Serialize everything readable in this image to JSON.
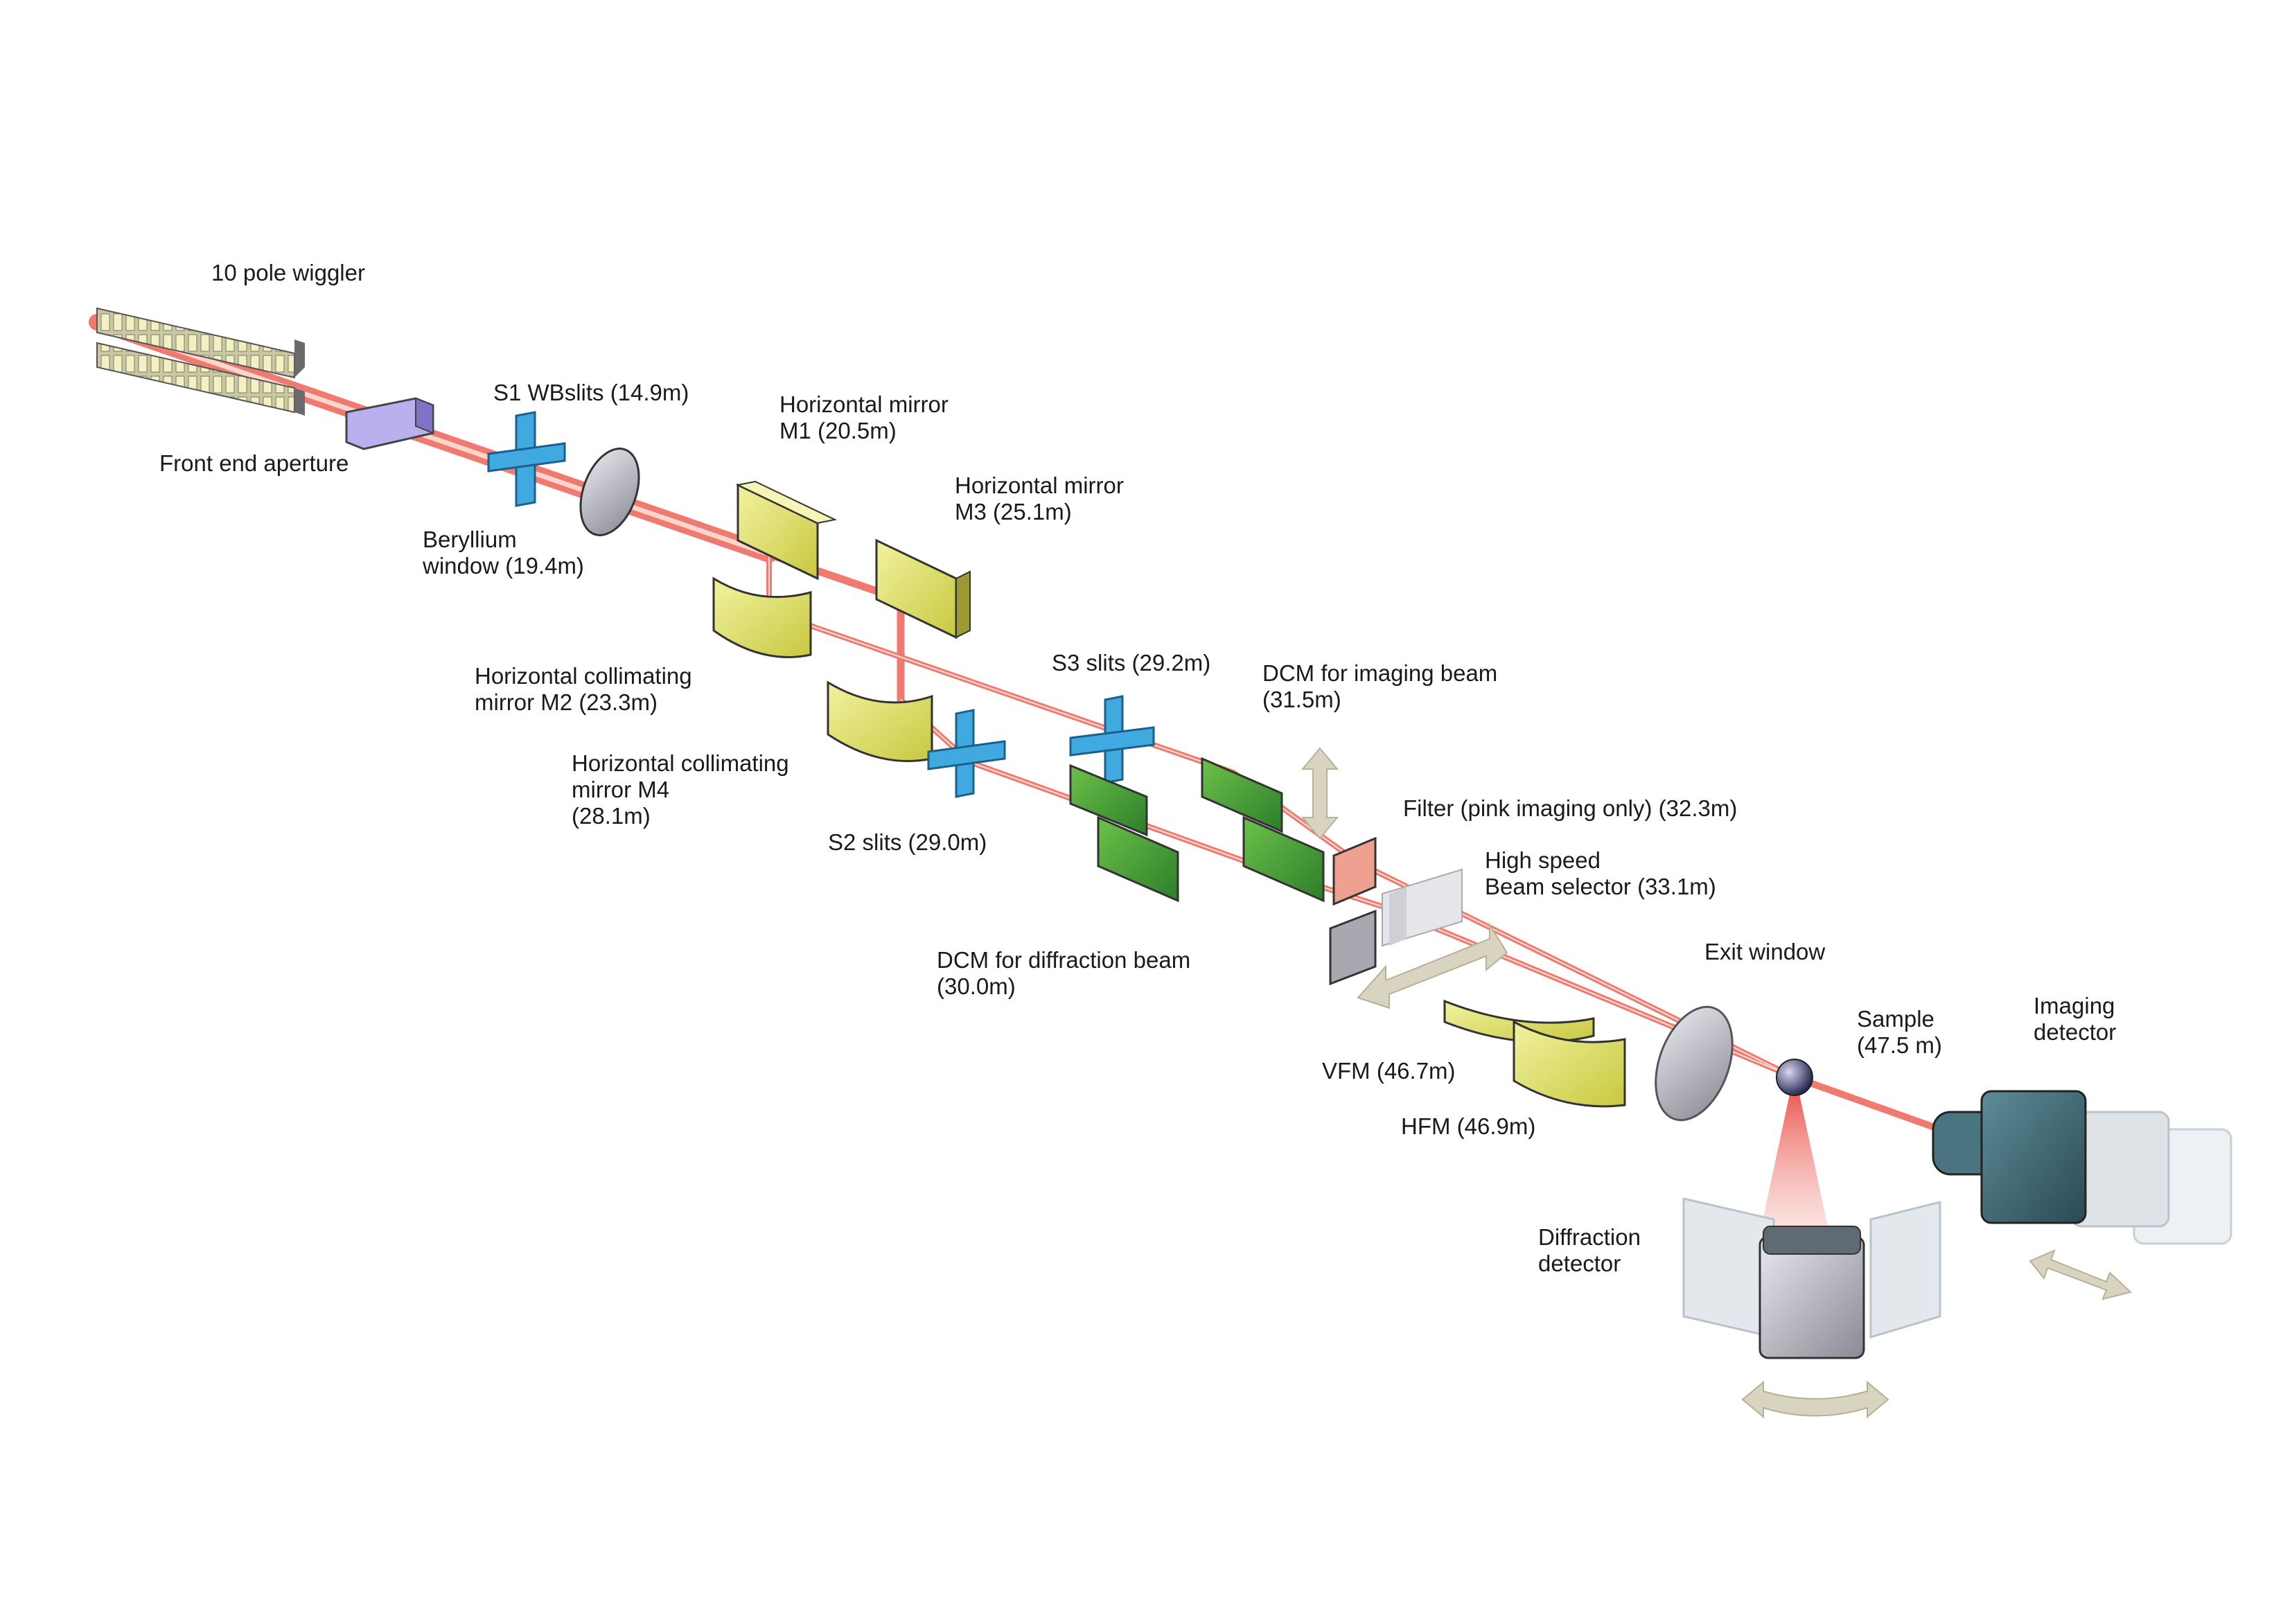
{
  "labels": {
    "wiggler": "10 pole wiggler",
    "front_end": "Front end aperture",
    "s1": "S1 WBslits (14.9m)",
    "beryllium": "Beryllium\nwindow (19.4m)",
    "m1": "Horizontal mirror\nM1 (20.5m)",
    "m3": "Horizontal mirror\nM3 (25.1m)",
    "m2": "Horizontal collimating\nmirror M2 (23.3m)",
    "m4": "Horizontal collimating\nmirror M4\n(28.1m)",
    "s3": "S3 slits (29.2m)",
    "dcm_imaging": "DCM for imaging beam\n(31.5m)",
    "filter": "Filter (pink imaging only) (32.3m)",
    "beam_selector": "High speed\nBeam selector (33.1m)",
    "s2": "S2 slits (29.0m)",
    "dcm_diffraction": "DCM for diffraction beam\n(30.0m)",
    "exit_window": "Exit window",
    "sample": "Sample\n(47.5 m)",
    "imaging_detector": "Imaging\ndetector",
    "vfm": "VFM (46.7m)",
    "hfm": "HFM (46.9m)",
    "diffraction_detector": "Diffraction\ndetector"
  },
  "colors": {
    "beam": "#f08a80",
    "beam_core": "#fbd0c8",
    "slits": "#3fa9e0",
    "collimating_mirror": "#e6e67a",
    "dcm_crystal": "#4aa23a",
    "filter": "#f0a090",
    "detector_dark": "#3b6570"
  }
}
